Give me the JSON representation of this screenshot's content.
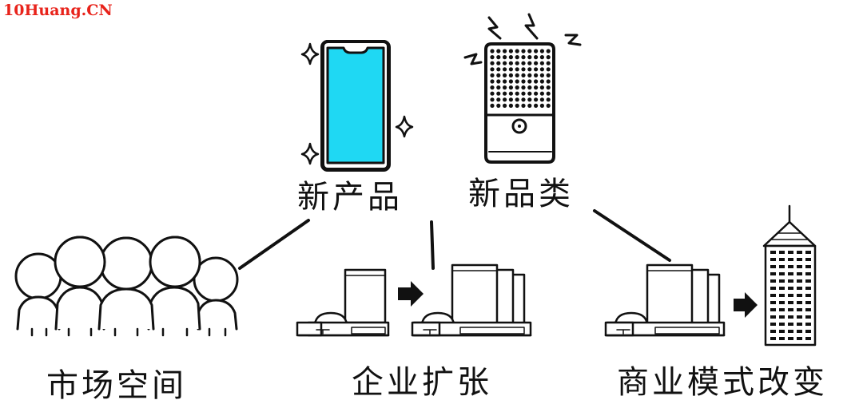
{
  "watermark": "10Huang.CN",
  "labels": {
    "new_product": "新产品",
    "new_category": "新品类",
    "market_space": "市场空间",
    "enterprise_expansion": "企业扩张",
    "business_model_change": "商业模式改变"
  },
  "colors": {
    "phone_screen": "#1fd8f3",
    "watermark": "#e8231b",
    "ink": "#111111"
  },
  "icons": [
    "smartphone-icon",
    "smart-speaker-icon",
    "crowd-icon",
    "factory-icon",
    "skyscraper-icon",
    "arrow-right-icon",
    "sparkle-icon",
    "lightning-icon"
  ]
}
